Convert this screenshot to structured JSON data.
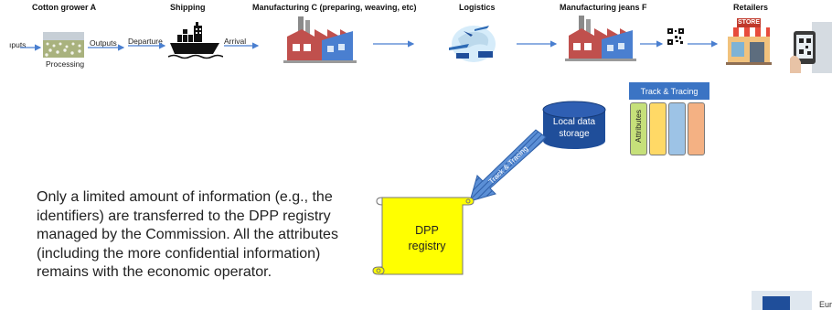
{
  "stages": {
    "cotton_grower": "Cotton grower A",
    "shipping": "Shipping",
    "manufacturing_c": "Manufacturing C (preparing, weaving, etc)",
    "logistics": "Logistics",
    "manufacturing_f": "Manufacturing jeans F",
    "retailers": "Retailers"
  },
  "flow_labels": {
    "inputs": "ıputs",
    "processing": "Processing",
    "outputs": "Outputs",
    "departure": "Departure",
    "arrival": "Arrival"
  },
  "store_sign": "STORE",
  "track_tracing": {
    "title": "Track & Tracing",
    "attributes_label": "Attributes",
    "bar_colors": [
      "#c6e07a",
      "#ffd966",
      "#9dc3e6",
      "#f4b183"
    ]
  },
  "local_storage": {
    "line1": "Local data",
    "line2": "storage"
  },
  "arrow_label": "Track & Tracing",
  "dpp_registry": {
    "line1": "DPP",
    "line2": "registry"
  },
  "description": "Only a limited amount of information (e.g., the identifiers) are transferred to the DPP registry managed by the Commission. All the attributes (including the more confidential information) remains with the economic operator.",
  "eu_logo_text": "Eur",
  "colors": {
    "arrow_blue": "#4a7fd0",
    "scroll_yellow": "#ffff00",
    "storage_blue": "#1f4e9a"
  }
}
